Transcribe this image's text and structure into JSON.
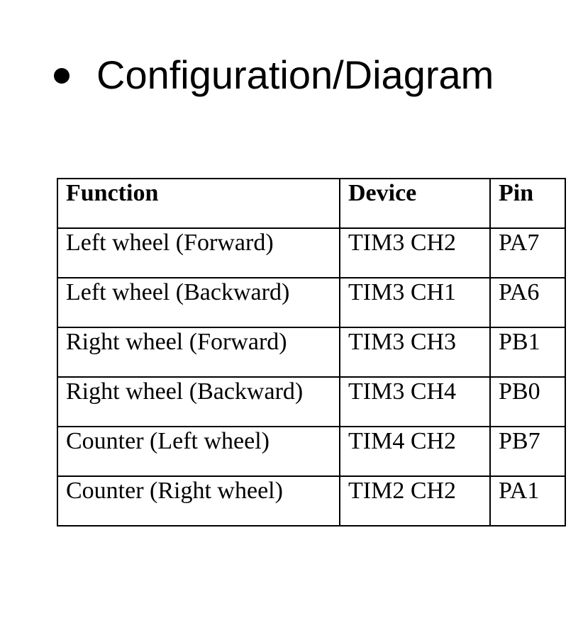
{
  "heading": "Configuration/Diagram",
  "table": {
    "headers": [
      "Function",
      "Device",
      "Pin"
    ],
    "rows": [
      [
        "Left wheel (Forward)",
        "TIM3 CH2",
        "PA7"
      ],
      [
        "Left wheel (Backward)",
        "TIM3 CH1",
        "PA6"
      ],
      [
        "Right wheel (Forward)",
        "TIM3 CH3",
        "PB1"
      ],
      [
        "Right wheel (Backward)",
        "TIM3 CH4",
        "PB0"
      ],
      [
        "Counter (Left wheel)",
        "TIM4 CH2",
        "PB7"
      ],
      [
        "Counter (Right wheel)",
        "TIM2 CH2",
        "PA1"
      ]
    ]
  }
}
